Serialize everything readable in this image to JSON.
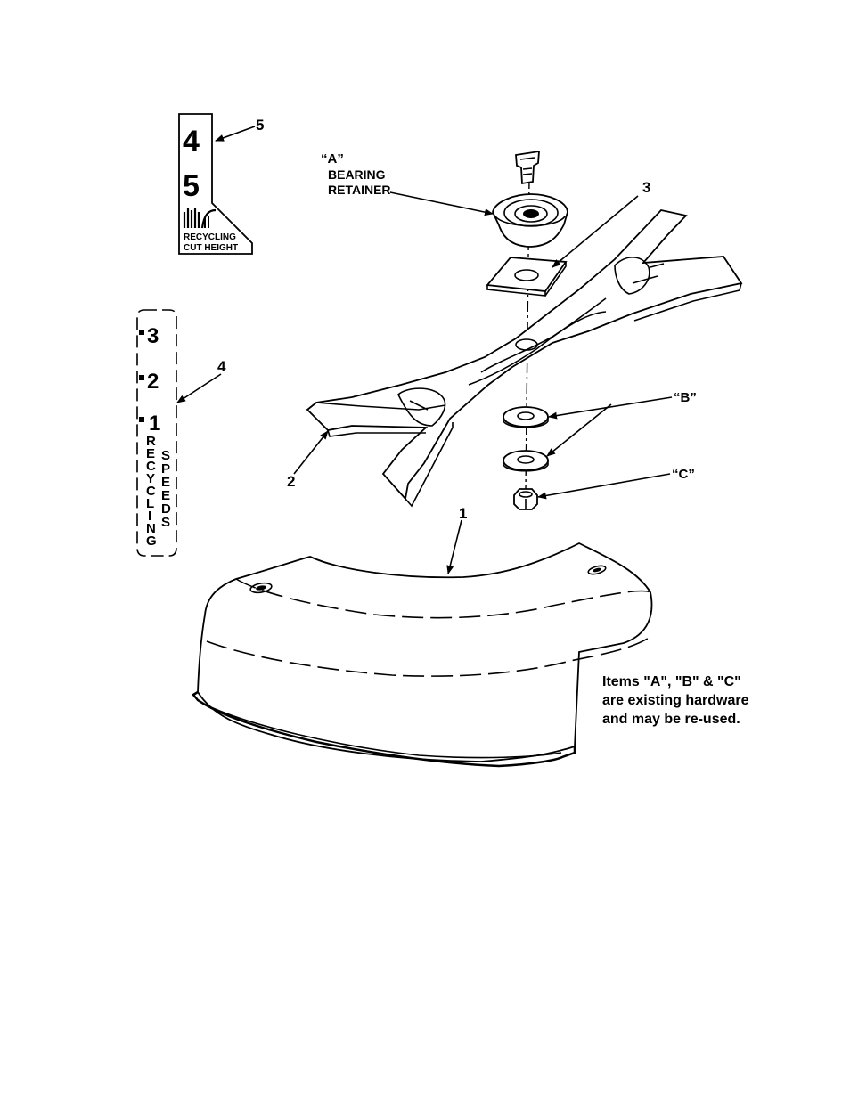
{
  "callouts": {
    "n1": "1",
    "n2": "2",
    "n3": "3",
    "n4": "4",
    "n5": "5"
  },
  "hardware": {
    "a_label": "“A”",
    "a_line1": "BEARING",
    "a_line2": "RETAINER",
    "b_label": "“B”",
    "c_label": "“C”"
  },
  "decal_height": {
    "num_top": "4",
    "num_bottom": "5",
    "text1": "RECYCLING",
    "text2": "CUT HEIGHT"
  },
  "decal_speed": {
    "s3": "3",
    "s2": "2",
    "s1": "1",
    "word1": [
      "R",
      "E",
      "C",
      "Y",
      "C",
      "L",
      "I",
      "N",
      "G"
    ],
    "word2": [
      "S",
      "P",
      "E",
      "E",
      "D",
      "S"
    ]
  },
  "note": {
    "line1": "Items \"A\", \"B\" & \"C\"",
    "line2": "are existing hardware",
    "line3": "and may be re-used."
  }
}
